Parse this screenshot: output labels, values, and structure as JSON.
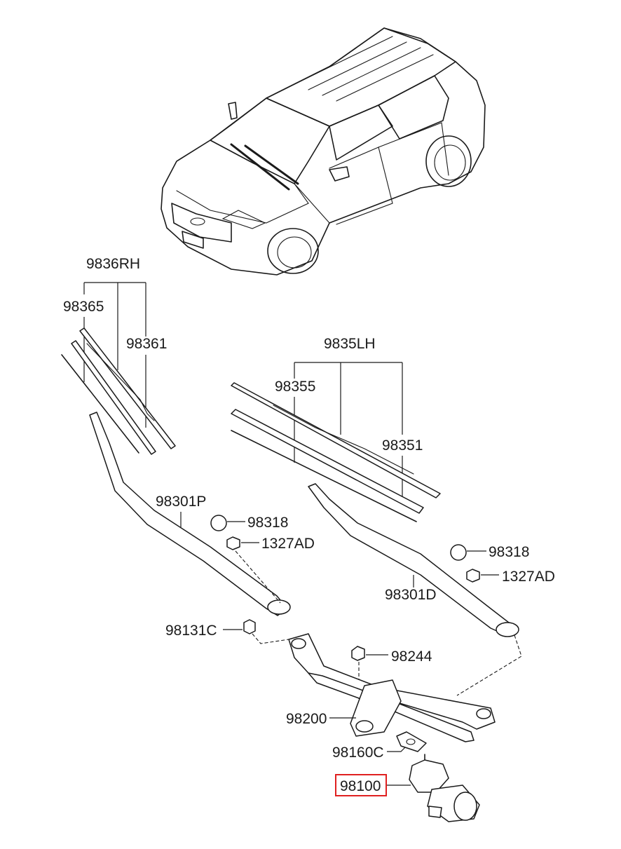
{
  "labels": {
    "rh_set": "9836RH",
    "rh_refill": "98365",
    "rh_blade": "98361",
    "lh_set": "9835LH",
    "lh_refill": "98355",
    "lh_blade": "98351",
    "arm_passenger": "98301P",
    "cap_left": "98318",
    "nut_left": "1327AD",
    "cap_right": "98318",
    "nut_right": "1327AD",
    "arm_driver": "98301D",
    "bolt_linkage": "98131C",
    "nut_linkage": "98244",
    "linkage": "98200",
    "bracket": "98160C",
    "motor": "98100"
  },
  "highlight_color": "#e02020"
}
